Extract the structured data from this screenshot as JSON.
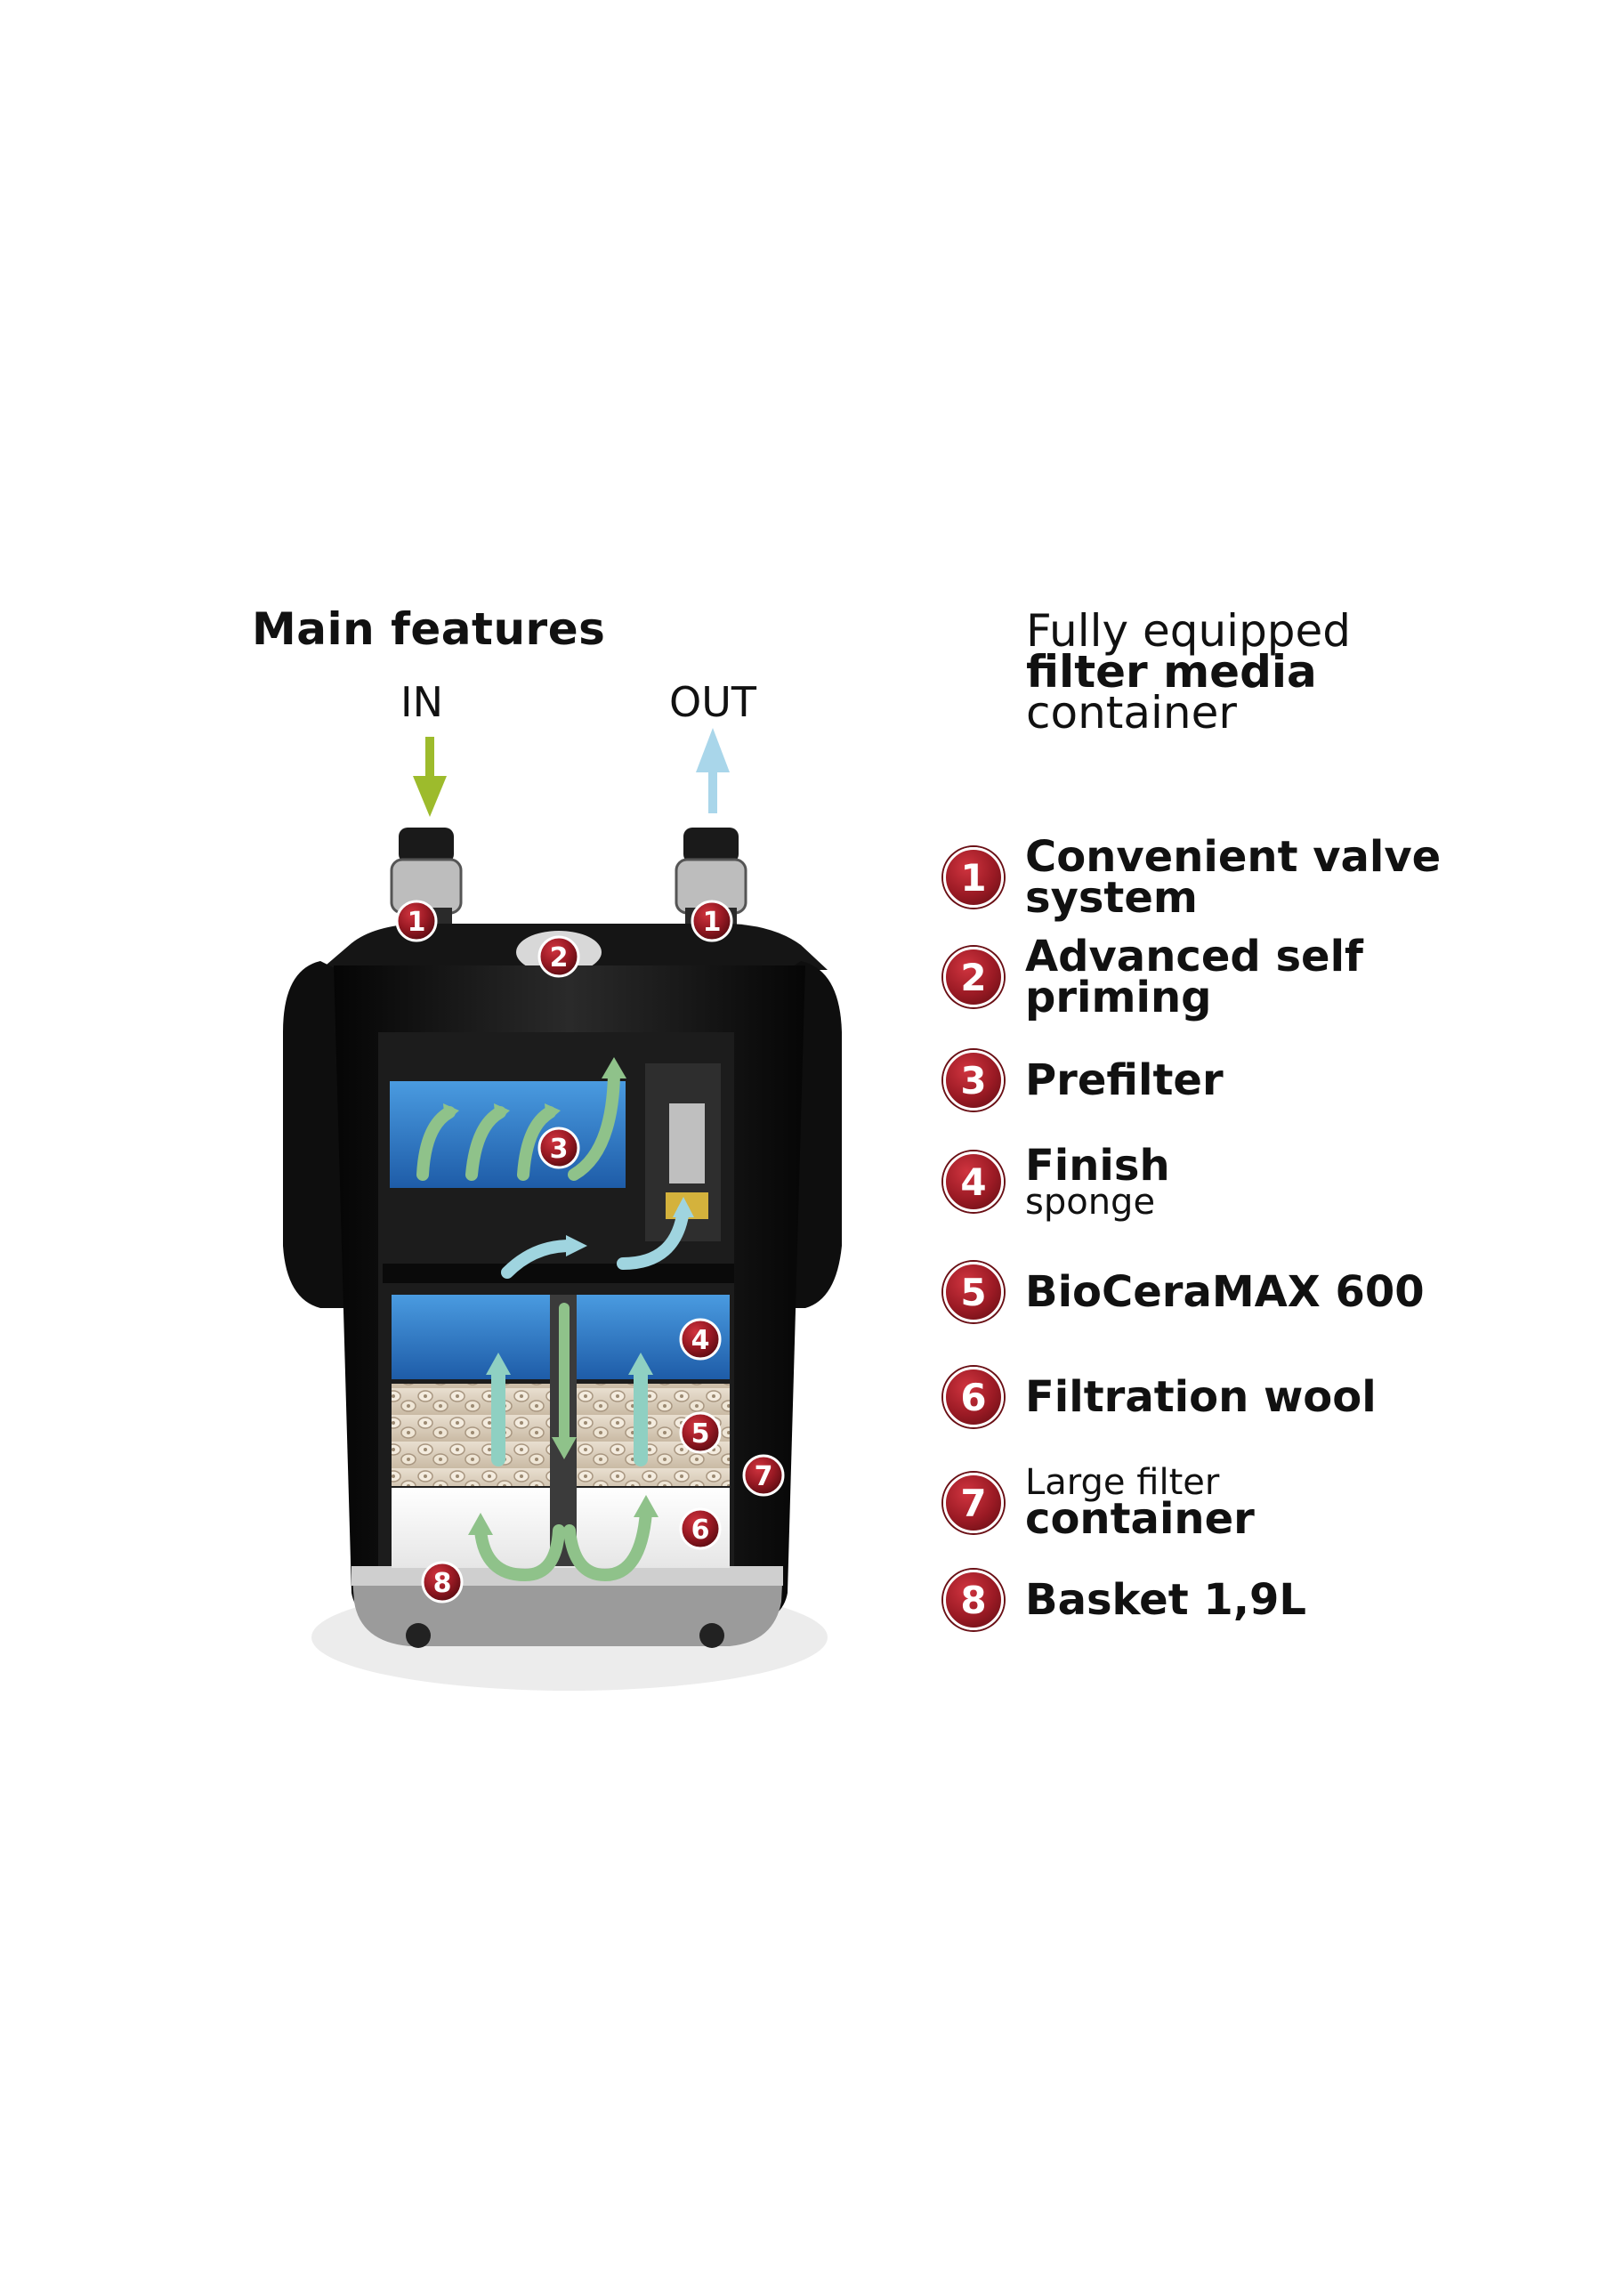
{
  "title": "Main features",
  "flow": {
    "in_label": "IN",
    "out_label": "OUT"
  },
  "heading": {
    "line1": "Fully equipped",
    "line2": "filter media",
    "line3": "container"
  },
  "features": [
    {
      "number": "1",
      "line1": "Convenient valve",
      "line2": "system"
    },
    {
      "number": "2",
      "line1": "Advanced self",
      "line2": "priming"
    },
    {
      "number": "3",
      "line1": "Prefilter"
    },
    {
      "number": "4",
      "line1": "Finish",
      "line2_small": "sponge"
    },
    {
      "number": "5",
      "line1": "BioCeraMAX 600"
    },
    {
      "number": "6",
      "line1": "Filtration wool"
    },
    {
      "number": "7",
      "line1_small": "Large filter",
      "line2": "container"
    },
    {
      "number": "8",
      "line1": "Basket 1,9L"
    }
  ],
  "diagram_badges": [
    "1",
    "1",
    "2",
    "3",
    "4",
    "5",
    "6",
    "7",
    "8"
  ],
  "colors": {
    "badge": "#9a1a24",
    "in_arrow": "#9dbb2c",
    "out_arrow": "#a9d6ea",
    "sponge": "#2a6fc2",
    "body": "#121212"
  },
  "icons": [
    "in-arrow-icon",
    "out-arrow-icon",
    "flow-arrow-icon"
  ]
}
